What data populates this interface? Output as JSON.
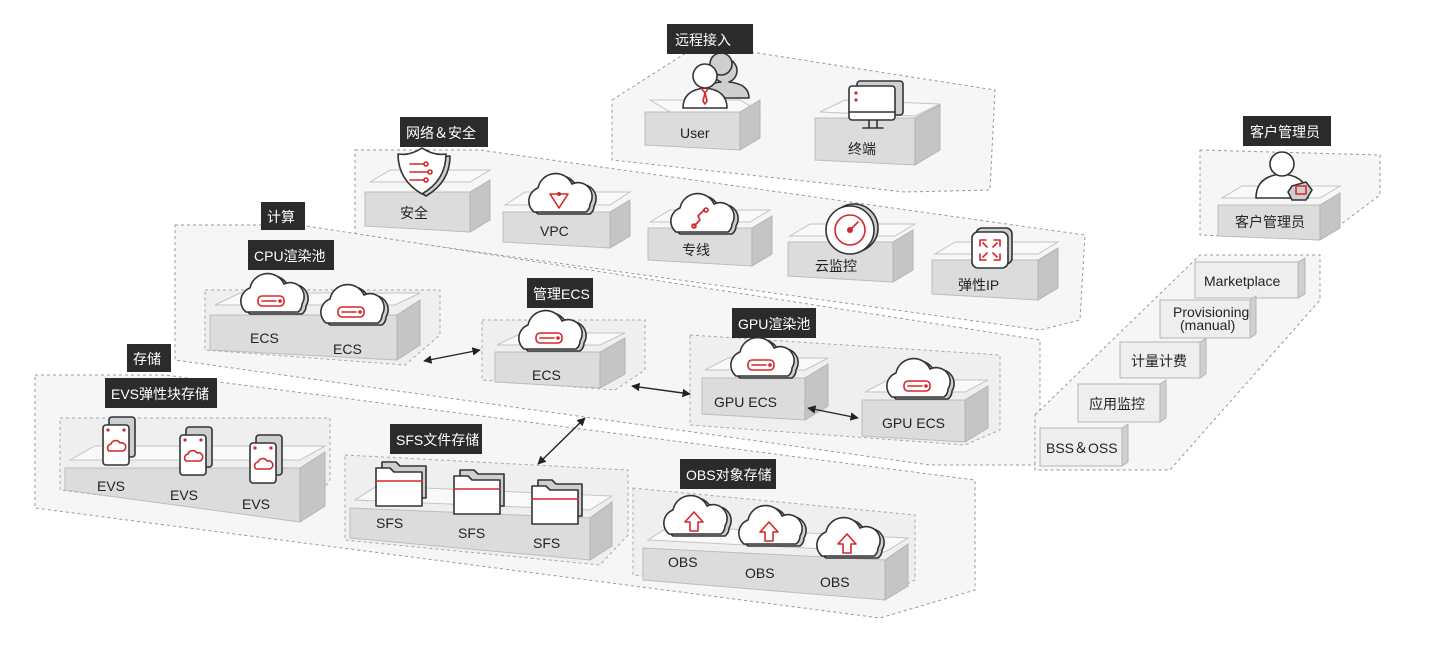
{
  "groups": {
    "remote": "远程接入",
    "network": "网络＆安全",
    "compute": "计算",
    "storage": "存储",
    "admin": "客户管理员",
    "cpu_pool": "CPU渲染池",
    "mgmt_ecs": "管理ECS",
    "gpu_pool": "GPU渲染池",
    "evs_storage": "EVS弹性块存储",
    "sfs_storage": "SFS文件存储",
    "obs_storage": "OBS对象存储"
  },
  "nodes": {
    "user": "User",
    "terminal": "终端",
    "security": "安全",
    "vpc": "VPC",
    "direct_connect": "专线",
    "cloud_monitor": "云监控",
    "eip": "弹性IP",
    "cpu_ecs_1": "ECS",
    "cpu_ecs_2": "ECS",
    "mgmt_ecs": "ECS",
    "gpu_ecs_1": "GPU ECS",
    "gpu_ecs_2": "GPU ECS",
    "evs_1": "EVS",
    "evs_2": "EVS",
    "evs_3": "EVS",
    "sfs_1": "SFS",
    "sfs_2": "SFS",
    "sfs_3": "SFS",
    "obs_1": "OBS",
    "obs_2": "OBS",
    "obs_3": "OBS",
    "admin": "客户管理员"
  },
  "admin_stack": {
    "marketplace": "Marketplace",
    "provisioning_line1": "Provisioning",
    "provisioning_line2": "(manual)",
    "metering": "计量计费",
    "app_monitor": "应用监控",
    "bss_oss": "BSS＆OSS"
  },
  "colors": {
    "accent": "#d7262a",
    "label_bg": "#2b2b2b"
  },
  "icons": {
    "user": "user-group-icon",
    "terminal": "monitor-icon",
    "security": "shield-icon",
    "vpc": "cloud-triangle-icon",
    "direct_connect": "cloud-link-icon",
    "cloud_monitor": "target-icon",
    "eip": "expand-icon",
    "ecs": "cloud-server-icon",
    "evs": "disk-cloud-icon",
    "sfs": "folder-icon",
    "obs": "cloud-upload-icon",
    "admin": "admin-user-icon"
  }
}
